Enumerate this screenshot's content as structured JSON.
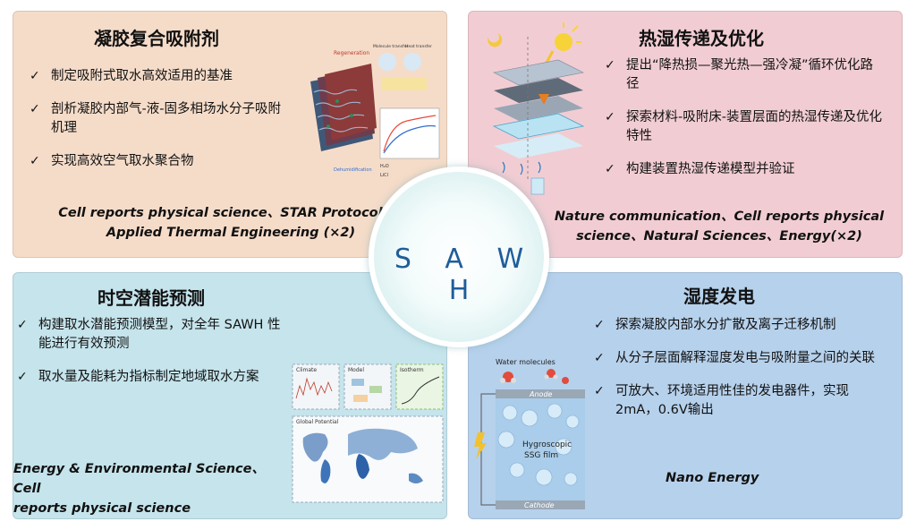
{
  "center": {
    "label": "S A W H"
  },
  "gel": {
    "title": "凝胶复合吸附剂",
    "bullets": [
      "制定吸附式取水高效适用的基准",
      "剖析凝胶内部气-液-固多相场水分子吸附机理",
      "实现高效空气取水聚合物"
    ],
    "refs": [
      "Cell reports physical science、STAR Protocols、",
      "Applied Thermal Engineering (×2)"
    ],
    "figure": {
      "regeneration": "Regeneration",
      "dehumidification": "Dehumidification",
      "molecule_transfer": "Molecule transfer",
      "heat_transfer": "Heat transfer",
      "h2o": "H₂O",
      "licl": "LiCl"
    }
  },
  "heat": {
    "title": "热湿传递及优化",
    "bullets": [
      "提出“降热损—聚光热—强冷凝”循环优化路径",
      "探索材料-吸附床-装置层面的热湿传递及优化特性",
      "构建装置热湿传递模型并验证"
    ],
    "refs": [
      "Nature communication、Cell reports physical",
      "science、Natural Sciences、Energy(×2)"
    ]
  },
  "spatial": {
    "title": "时空潜能预测",
    "bullets": [
      "构建取水潜能预测模型，对全年 SAWH 性能进行有效预测",
      "取水量及能耗为指标制定地域取水方案"
    ],
    "refs": [
      "Energy & Environmental Science、Cell",
      "reports physical science"
    ],
    "figure": {
      "climate": "Climate",
      "model": "Model",
      "isotherm": "Isotherm",
      "global": "Global Potential"
    }
  },
  "power": {
    "title": "湿度发电",
    "bullets": [
      "探索凝胶内部水分扩散及离子迁移机制",
      "从分子层面解释湿度发电与吸附量之间的关联",
      "可放大、环境适用性佳的发电器件，实现2mA，0.6V输出"
    ],
    "refs": [
      "Nano Energy"
    ],
    "figure": {
      "water": "Water molecules",
      "anode": "Anode",
      "cathode": "Cathode",
      "film1": "Hygroscopic",
      "film2": "SSG film"
    }
  }
}
